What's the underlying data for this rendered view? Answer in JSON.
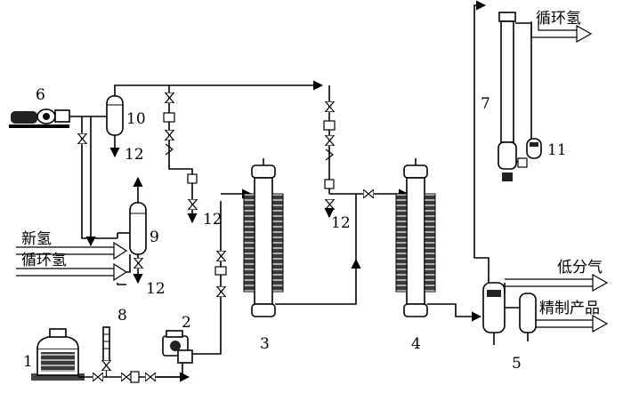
{
  "labels": {
    "n1": "1",
    "n2": "2",
    "n3": "3",
    "n4": "4",
    "n5": "5",
    "n6": "6",
    "n7": "7",
    "n8": "8",
    "n9": "9",
    "n10": "10",
    "n11": "11",
    "n12a": "12",
    "n12b": "12",
    "n12c": "12",
    "n12d": "12"
  },
  "streams": {
    "recycle_h2_top": "循环氢",
    "fresh_h2": "新氢",
    "recycle_h2_left": "循环氢",
    "low_gas": "低分气",
    "refined_product": "精制产品"
  }
}
